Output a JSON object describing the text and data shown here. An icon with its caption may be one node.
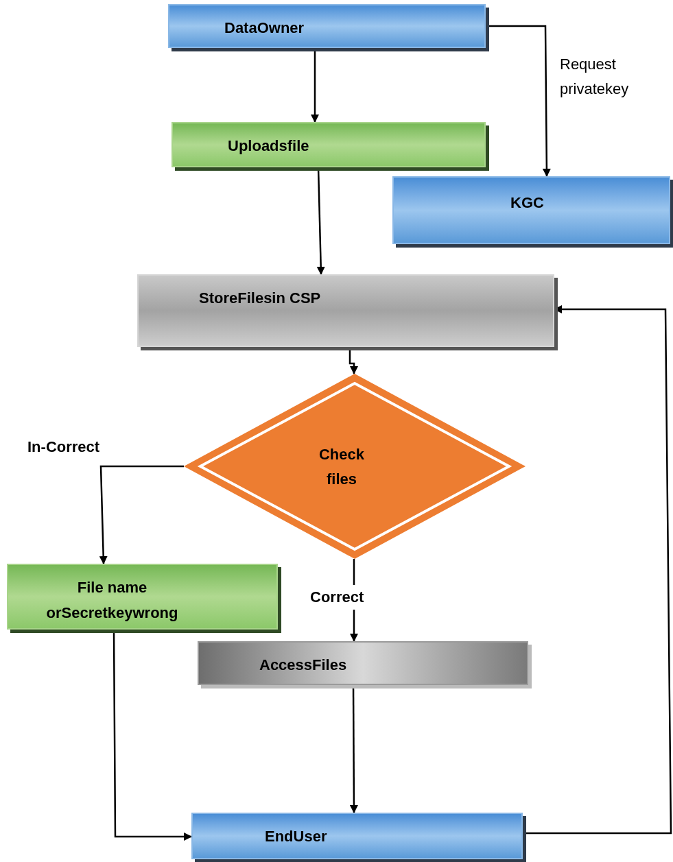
{
  "diagram": {
    "nodes": [
      {
        "text": [
          "DataOwner"
        ]
      },
      {
        "text": [
          "Uploadsfile"
        ]
      },
      {
        "text": [
          "KGC"
        ]
      },
      {
        "text": [
          "StoreFilesin CSP"
        ]
      },
      {
        "text": [
          "Check files"
        ]
      },
      {
        "text": [
          "File name orSecretkeywrong"
        ]
      },
      {
        "text": [
          "AccessFiles"
        ]
      },
      {
        "text": [
          "EndUser"
        ]
      }
    ],
    "edges": [
      {
        "from": 0,
        "to": 1,
        "arrow": "to"
      },
      {
        "from": 0,
        "to": 2,
        "arrow": "to",
        "label": "Request privatekey"
      },
      {
        "from": 1,
        "to": 3,
        "arrow": "to"
      },
      {
        "from": 3,
        "to": 4,
        "arrow": "to"
      },
      {
        "from": 4,
        "to": 5,
        "arrow": "to",
        "label": "In-Correct"
      },
      {
        "from": 4,
        "to": 6,
        "arrow": "to",
        "label": "Correct"
      },
      {
        "from": 5,
        "to": 7,
        "arrow": "to"
      },
      {
        "from": 6,
        "to": 7,
        "arrow": "to"
      },
      {
        "from": 7,
        "to": 3,
        "arrow": "to"
      }
    ]
  }
}
